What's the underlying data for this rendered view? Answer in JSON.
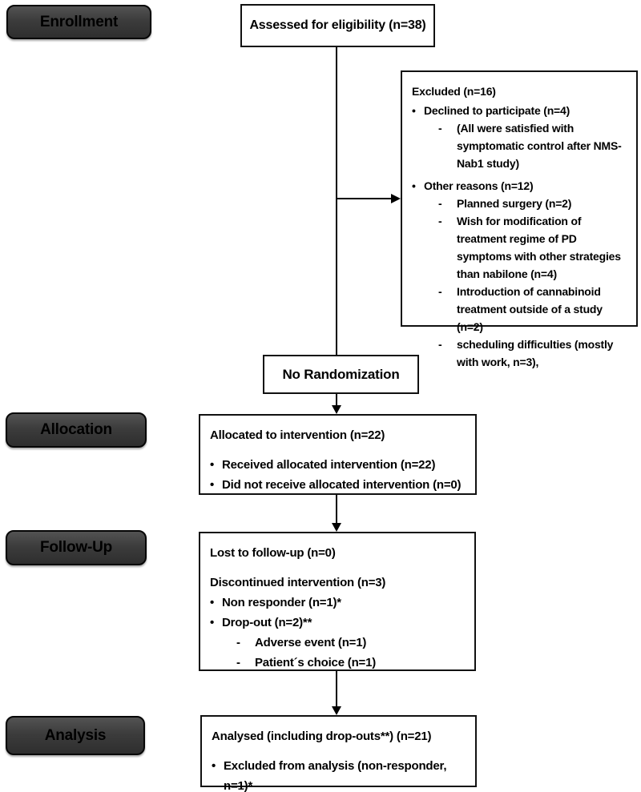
{
  "diagram": {
    "kind": "consort-flow-diagram",
    "colors": {
      "background": "#ffffff",
      "badge_fill_top": "#535353",
      "badge_fill_bottom": "#2e2e2e",
      "badge_border": "#060606",
      "box_border": "#111111",
      "text": "#000000"
    }
  },
  "stages": [
    {
      "label": "Enrollment"
    },
    {
      "label": "Allocation"
    },
    {
      "label": "Follow-Up"
    },
    {
      "label": "Analysis"
    }
  ],
  "boxes": {
    "assessed": {
      "text": "Assessed for eligibility (n=38)"
    },
    "excluded": {
      "title": "Excluded (n=16)",
      "items": [
        {
          "type": "bullet",
          "text": "Declined to participate (n=4)"
        },
        {
          "type": "dash",
          "text": "(All were satisfied with symptomatic control after NMS-Nab1 study)"
        },
        {
          "type": "bullet",
          "text": "Other reasons (n=12)"
        },
        {
          "type": "dash",
          "text": "Planned surgery (n=2)"
        },
        {
          "type": "dash",
          "text": "Wish for modification of treatment regime of PD symptoms with other strategies than nabilone (n=4)"
        },
        {
          "type": "dash",
          "text": "Introduction of cannabinoid treatment outside of a study (n=2)"
        },
        {
          "type": "dash",
          "text": "scheduling difficulties (mostly with work, n=3),"
        }
      ]
    },
    "no_randomization": {
      "text": "No Randomization"
    },
    "allocated": {
      "title": "Allocated to intervention (n=22)",
      "bullets": [
        {
          "text": "Received allocated intervention (n=22)"
        },
        {
          "text": "Did not receive allocated intervention (n=0)"
        }
      ]
    },
    "follow_up": {
      "line1": "Lost to follow-up (n=0)",
      "line2": "Discontinued intervention (n=3)",
      "bullets": [
        {
          "text": "Non responder (n=1)*"
        },
        {
          "text": "Drop-out (n=2)**"
        }
      ],
      "dashes": [
        {
          "text": "Adverse event (n=1)"
        },
        {
          "text": "Patient´s choice (n=1)"
        }
      ]
    },
    "analysis": {
      "title": "Analysed (including drop-outs**) (n=21)",
      "bullets": [
        {
          "text": "Excluded from analysis (non-responder, n=1)*"
        }
      ]
    }
  }
}
